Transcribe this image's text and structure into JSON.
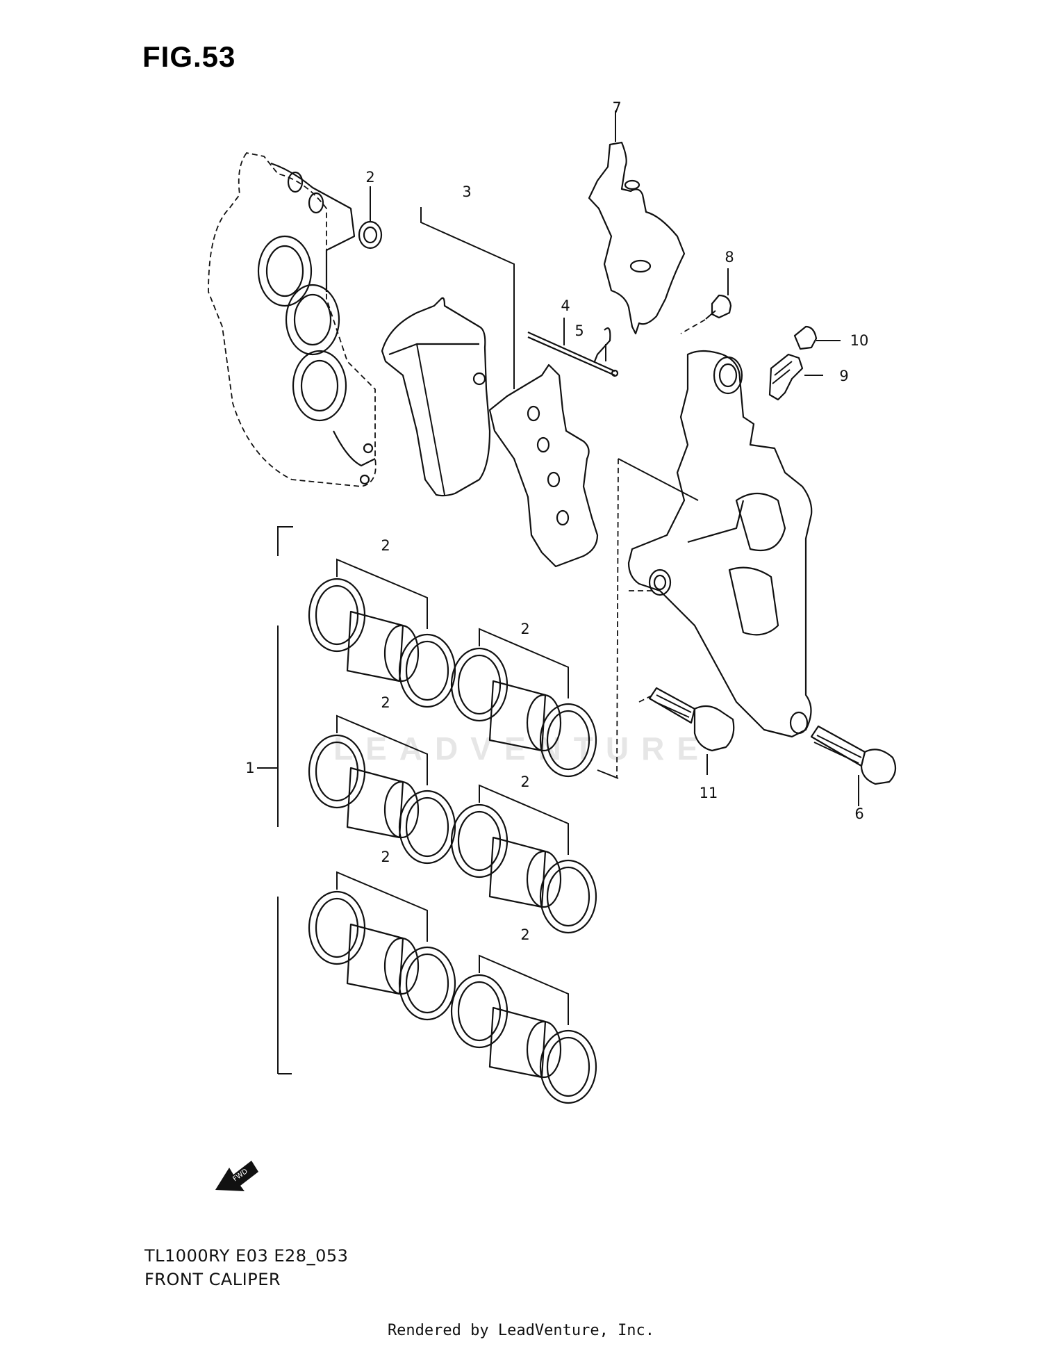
{
  "figure": {
    "title": "FIG.53"
  },
  "watermark": "LEADVENTURE",
  "callouts": {
    "c1": "1",
    "c2a": "2",
    "c2b": "2",
    "c2c": "2",
    "c2d": "2",
    "c2e": "2",
    "c2f": "2",
    "c2g": "2",
    "c3": "3",
    "c4": "4",
    "c5": "5",
    "c6": "6",
    "c7": "7",
    "c8": "8",
    "c9": "9",
    "c10": "10",
    "c11": "11"
  },
  "fwd_label": "FWD",
  "footer": {
    "code": "TL1000RY E03 E28_053",
    "name": "FRONT CALIPER",
    "rendered_by": "Rendered by LeadVenture, Inc."
  }
}
